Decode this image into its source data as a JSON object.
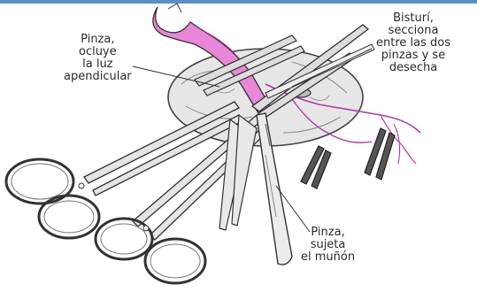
{
  "colors": {
    "top_bar": "#5b8fc9",
    "appendix_pink": "#e887d8",
    "suture_purple": "#b03aa8",
    "ink": "#2a2a2a",
    "tissue_fill": "#e6e6e6"
  },
  "labels": {
    "clamp_occlude": [
      "Pinza,",
      "ocluye",
      "la luz",
      "apendicular"
    ],
    "scalpel": [
      "Bisturí,",
      "secciona",
      "entre las dos",
      "pinzas y se",
      "desecha"
    ],
    "clamp_stump": [
      "Pinza,",
      "sujeta",
      "el muñón"
    ]
  }
}
